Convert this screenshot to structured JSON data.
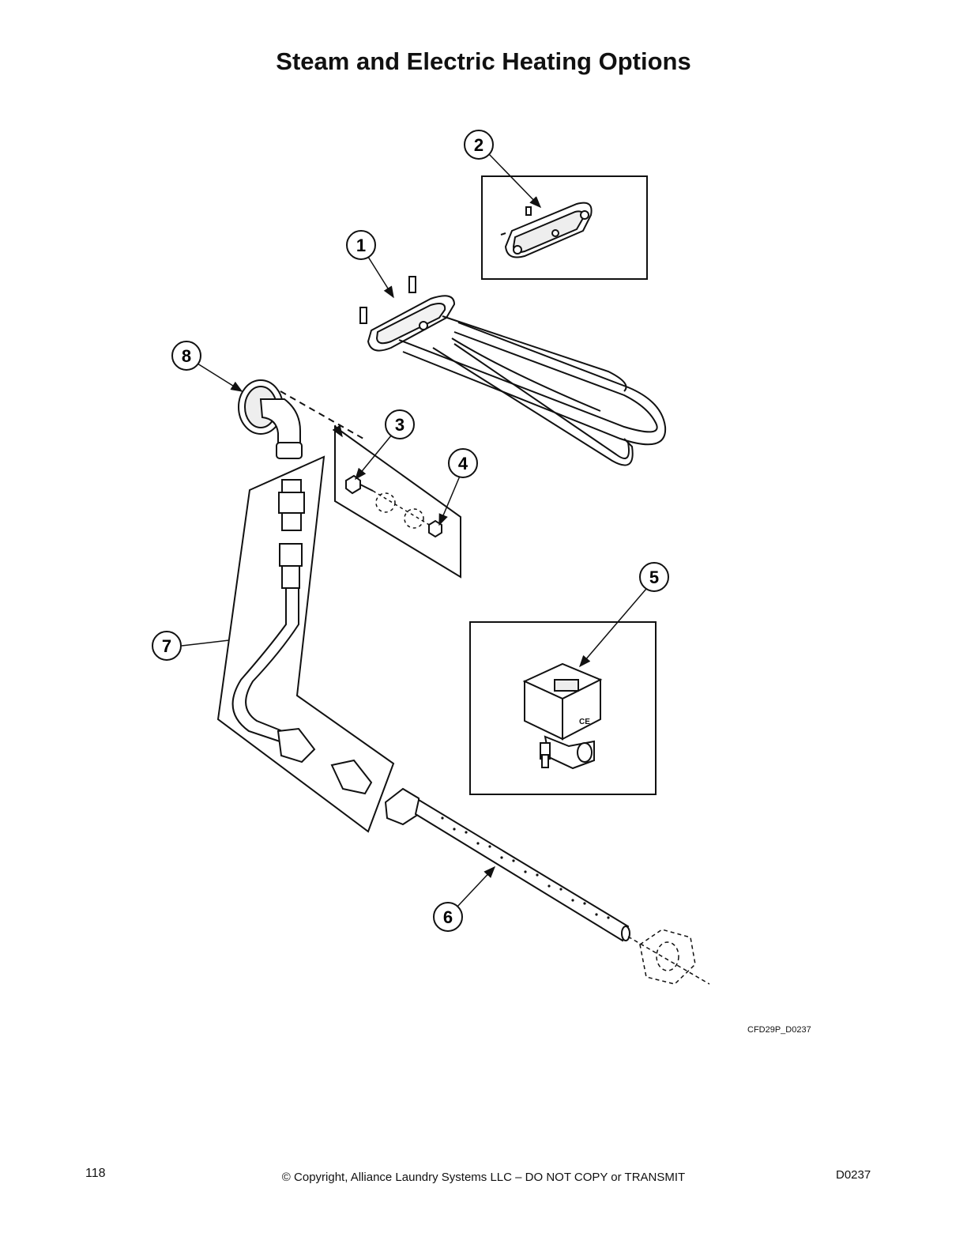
{
  "page": {
    "title": "Steam and Electric Heating Options",
    "drawing_id": "CFD29P_D0237",
    "page_number": "118",
    "copyright": "© Copyright, Alliance Laundry Systems LLC – DO NOT COPY or TRANSMIT",
    "doc_code": "D0237"
  },
  "callouts": [
    {
      "id": "c1",
      "label": "1"
    },
    {
      "id": "c2",
      "label": "2"
    },
    {
      "id": "c3",
      "label": "3"
    },
    {
      "id": "c4",
      "label": "4"
    },
    {
      "id": "c5",
      "label": "5"
    },
    {
      "id": "c6",
      "label": "6"
    },
    {
      "id": "c7",
      "label": "7"
    },
    {
      "id": "c8",
      "label": "8"
    }
  ],
  "parts": {
    "valve_marking": "CE"
  }
}
